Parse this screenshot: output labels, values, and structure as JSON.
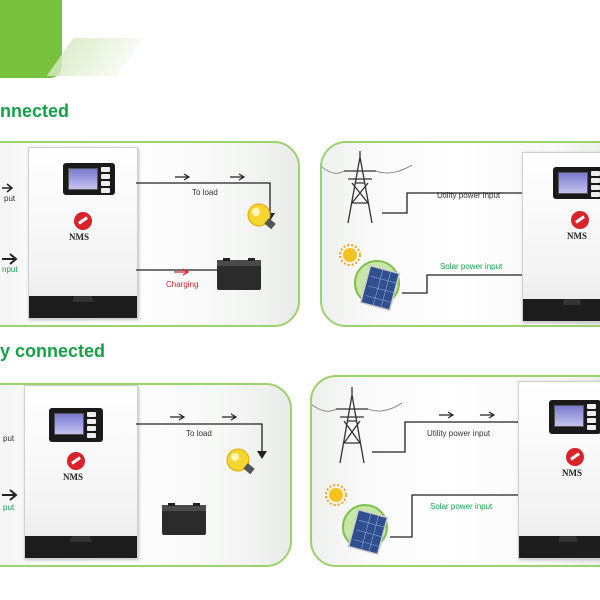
{
  "colors": {
    "accent": "#16a04a",
    "panel_border": "#9bd26b",
    "charging": "#d8232a",
    "tab": "#79c23d"
  },
  "sections": [
    {
      "title": "nnected"
    },
    {
      "title": "y connected"
    }
  ],
  "panels": {
    "p1": {
      "label_left_top": "put",
      "label_left_bottom": "nput",
      "to_load": "To load",
      "charging": "Charging",
      "brand": "NMS"
    },
    "p2": {
      "utility": "Utility power input",
      "solar": "Solar power input",
      "brand": "NMS"
    },
    "p3": {
      "label_left_top": "put",
      "label_left_bottom": "put",
      "to_load": "To load",
      "brand": "NMS"
    },
    "p4": {
      "utility": "Utility power input",
      "solar": "Solar power input",
      "brand": "NMS"
    }
  },
  "icons": [
    "bulb-icon",
    "battery-icon",
    "pylon-icon",
    "sun-icon",
    "solar-panel-icon",
    "arrow-icon"
  ]
}
